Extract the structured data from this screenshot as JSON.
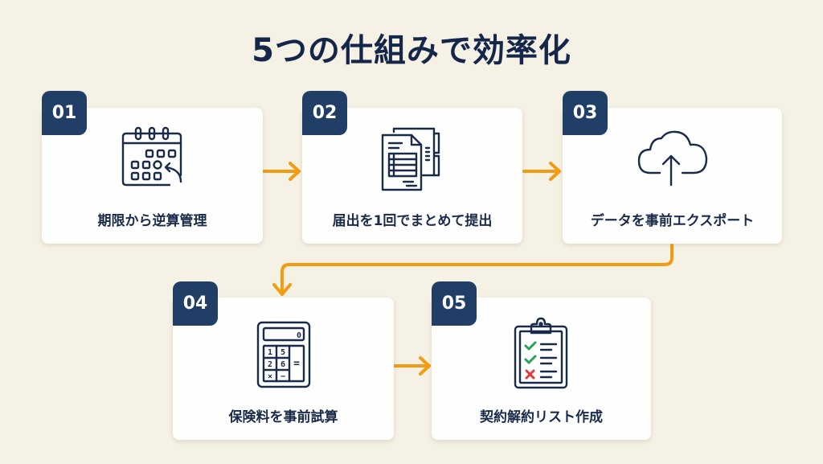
{
  "title": "5つの仕組みで効率化",
  "accent_color": "#f39c12",
  "badge_color": "#213e66",
  "steps": [
    {
      "number": "01",
      "label": "期限から逆算管理",
      "icon": "calendar-icon"
    },
    {
      "number": "02",
      "label": "届出を1回でまとめて提出",
      "icon": "documents-icon"
    },
    {
      "number": "03",
      "label": "データを事前エクスポート",
      "icon": "cloud-upload-icon"
    },
    {
      "number": "04",
      "label": "保険料を事前試算",
      "icon": "calculator-icon",
      "calculator": {
        "display": "0",
        "keys": [
          "1",
          "5",
          "2",
          "6",
          "×",
          "−",
          "="
        ]
      }
    },
    {
      "number": "05",
      "label": "契約解約リスト作成",
      "icon": "checklist-icon",
      "checklist": [
        "check",
        "check",
        "cross"
      ]
    }
  ]
}
